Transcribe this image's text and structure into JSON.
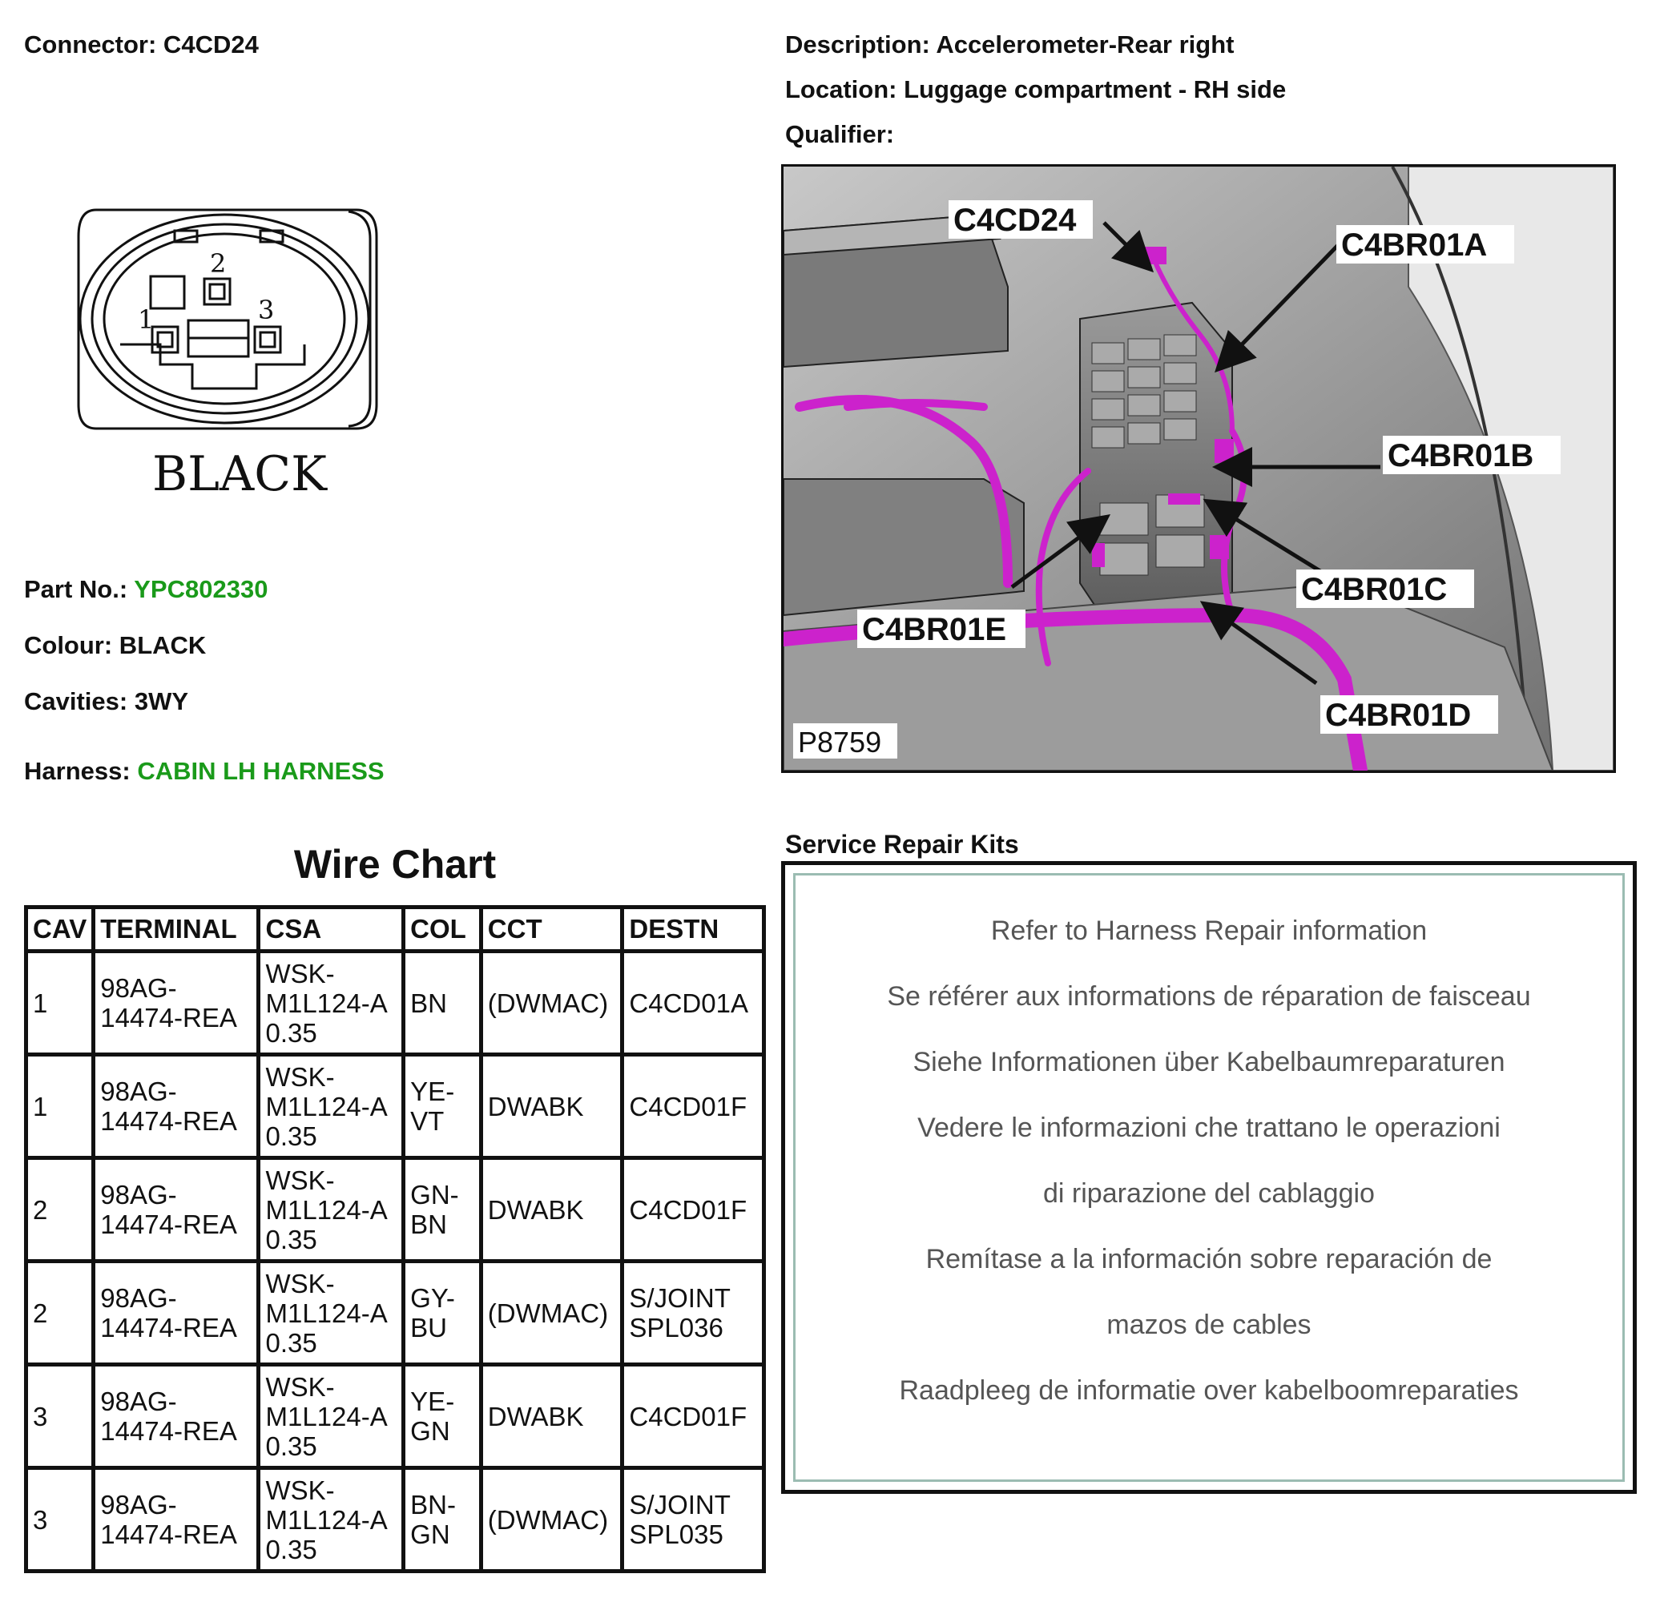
{
  "connector": {
    "label": "Connector: C4CD24"
  },
  "description": {
    "label": "Description: Accelerometer-Rear right"
  },
  "location": {
    "label": "Location: Luggage compartment - RH side"
  },
  "qualifier": {
    "label": "Qualifier:"
  },
  "drawing": {
    "colour_text": "BLACK",
    "pin1": "1",
    "pin2": "2",
    "pin3": "3"
  },
  "part_no": {
    "label": "Part No.:",
    "value": "YPC802330"
  },
  "colour": {
    "label": "Colour: BLACK"
  },
  "cavities": {
    "label": "Cavities: 3WY"
  },
  "harness": {
    "label": "Harness:",
    "value": "CABIN LH HARNESS"
  },
  "photo": {
    "callouts": [
      "C4CD24",
      "C4BR01A",
      "C4BR01B",
      "C4BR01C",
      "C4BR01D",
      "C4BR01E"
    ],
    "ref": "P8759",
    "harness_color": "#cc22cc"
  },
  "wire_chart": {
    "title": "Wire Chart",
    "headers": [
      "CAV",
      "TERMINAL",
      "CSA",
      "COL",
      "CCT",
      "DESTN"
    ],
    "rows": [
      {
        "cav": "1",
        "terminal": [
          "98AG-",
          "14474-REA"
        ],
        "csa": [
          "WSK-",
          "M1L124-A",
          "0.35"
        ],
        "col": [
          "BN"
        ],
        "cct": "(DWMAC)",
        "destn": [
          "C4CD01A"
        ]
      },
      {
        "cav": "1",
        "terminal": [
          "98AG-",
          "14474-REA"
        ],
        "csa": [
          "WSK-",
          "M1L124-A",
          "0.35"
        ],
        "col": [
          "YE-",
          "VT"
        ],
        "cct": "DWABK",
        "destn": [
          "C4CD01F"
        ]
      },
      {
        "cav": "2",
        "terminal": [
          "98AG-",
          "14474-REA"
        ],
        "csa": [
          "WSK-",
          "M1L124-A",
          "0.35"
        ],
        "col": [
          "GN-",
          "BN"
        ],
        "cct": "DWABK",
        "destn": [
          "C4CD01F"
        ]
      },
      {
        "cav": "2",
        "terminal": [
          "98AG-",
          "14474-REA"
        ],
        "csa": [
          "WSK-",
          "M1L124-A",
          "0.35"
        ],
        "col": [
          "GY-",
          "BU"
        ],
        "cct": "(DWMAC)",
        "destn": [
          "S/JOINT",
          "SPL036"
        ]
      },
      {
        "cav": "3",
        "terminal": [
          "98AG-",
          "14474-REA"
        ],
        "csa": [
          "WSK-",
          "M1L124-A",
          "0.35"
        ],
        "col": [
          "YE-",
          "GN"
        ],
        "cct": "DWABK",
        "destn": [
          "C4CD01F"
        ]
      },
      {
        "cav": "3",
        "terminal": [
          "98AG-",
          "14474-REA"
        ],
        "csa": [
          "WSK-",
          "M1L124-A",
          "0.35"
        ],
        "col": [
          "BN-",
          "GN"
        ],
        "cct": "(DWMAC)",
        "destn": [
          "S/JOINT",
          "SPL035"
        ]
      }
    ]
  },
  "repair": {
    "title": "Service Repair Kits",
    "lines": [
      "Refer to Harness Repair information",
      "Se référer aux informations de réparation de faisceau",
      "Siehe Informationen über Kabelbaumreparaturen",
      "Vedere le informazioni che trattano le operazioni",
      "di riparazione del cablaggio",
      "Remítase a la información sobre reparación de",
      "mazos de cables",
      "Raadpleeg de informatie over kabelboomreparaties"
    ]
  }
}
